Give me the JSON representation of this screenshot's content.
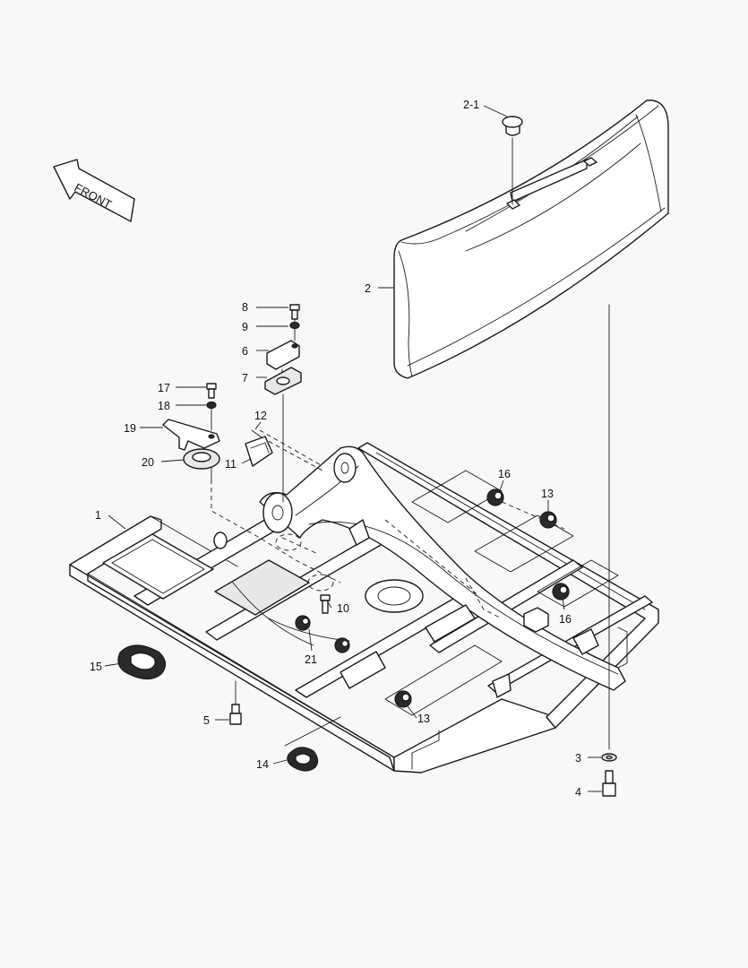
{
  "front_arrow": {
    "label": "FRONT"
  },
  "callouts": {
    "p1": "1",
    "p2": "2",
    "p2_1": "2-1",
    "p3": "3",
    "p4": "4",
    "p5": "5",
    "p6": "6",
    "p7": "7",
    "p8": "8",
    "p9": "9",
    "p10": "10",
    "p11": "11",
    "p12": "12",
    "p13a": "13",
    "p13b": "13",
    "p14": "14",
    "p15": "15",
    "p16a": "16",
    "p16b": "16",
    "p17": "17",
    "p18": "18",
    "p19": "19",
    "p20": "20",
    "p21": "21"
  }
}
